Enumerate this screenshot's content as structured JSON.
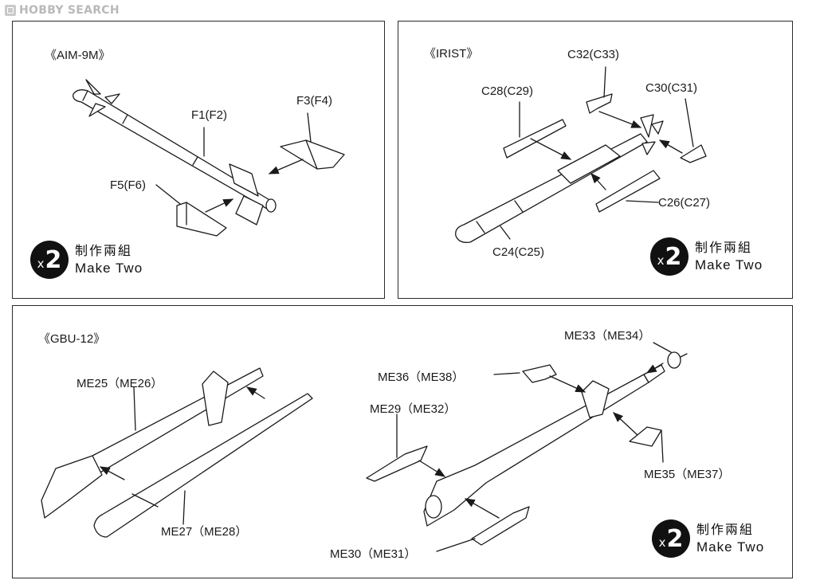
{
  "watermark": {
    "icon": "hobby-search-logo-icon",
    "brand": "HOBBY",
    "word": "SEARCH"
  },
  "panels": {
    "aim9m": {
      "title": "《AIM-9M》",
      "labels": {
        "f1": "F1(F2)",
        "f3": "F3(F4)",
        "f5": "F5(F6)"
      },
      "badge": {
        "x": "x",
        "count": "2",
        "cn": "制作兩組",
        "en": "Make Two"
      }
    },
    "irist": {
      "title": "《IRIST》",
      "labels": {
        "c32": "C32(C33)",
        "c28": "C28(C29)",
        "c30": "C30(C31)",
        "c26": "C26(C27)",
        "c24": "C24(C25)"
      },
      "badge": {
        "x": "x",
        "count": "2",
        "cn": "制作兩組",
        "en": "Make Two"
      }
    },
    "gbu12": {
      "title": "《GBU-12》",
      "labels": {
        "me25": "ME25（ME26）",
        "me27": "ME27（ME28）",
        "me33": "ME33（ME34）",
        "me36": "ME36（ME38）",
        "me29": "ME29（ME32）",
        "me35": "ME35（ME37）",
        "me30": "ME30（ME31）"
      },
      "badge": {
        "x": "x",
        "count": "2",
        "cn": "制作兩組",
        "en": "Make Two"
      }
    }
  },
  "colors": {
    "line": "#1a1a1a",
    "watermark": "#b9b9b9",
    "badge": "#111111"
  }
}
